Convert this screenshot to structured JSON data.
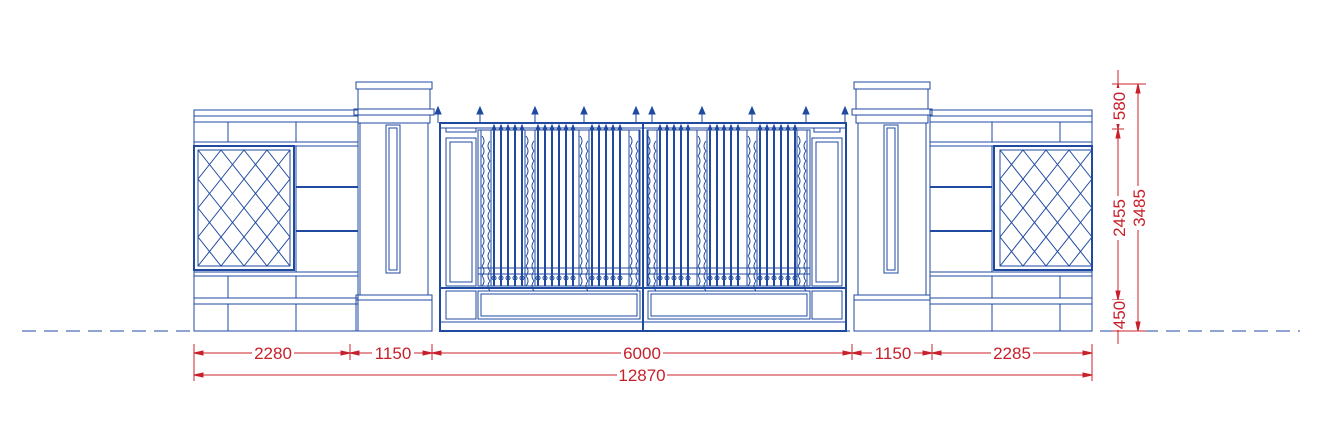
{
  "colors": {
    "structure": "#1f4aa0",
    "structure_light": "#5b86c8",
    "dimension": "#c8202a",
    "background": "#ffffff"
  },
  "dimensions": {
    "horizontal": {
      "left_wall": "2280",
      "left_pillar": "1150",
      "gate": "6000",
      "right_pillar": "1150",
      "right_wall": "2285",
      "total": "12870"
    },
    "vertical": {
      "cap": "580",
      "middle": "2455",
      "base": "450",
      "total": "3485"
    }
  }
}
